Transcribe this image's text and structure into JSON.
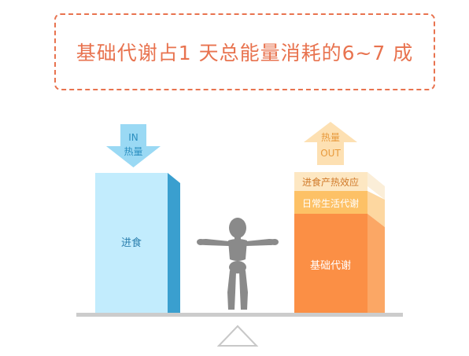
{
  "title": "基础代谢占1 天总能量消耗的6~7 成",
  "input_arrow": {
    "line1": "IN",
    "line2": "热量"
  },
  "output_arrow": {
    "line1": "热量",
    "line2": "OUT"
  },
  "input_bar": {
    "label": "进食"
  },
  "output_bar": {
    "segments": [
      {
        "label": "进食产热效应"
      },
      {
        "label": "日常生活代谢"
      },
      {
        "label": "基础代谢"
      }
    ]
  },
  "colors": {
    "title": "#e8734f",
    "input_front": "#c2ecfd",
    "input_side": "#3a9fcf",
    "input_arrow": "#9ad9f4",
    "output_arrow": "#fde0b2",
    "seg_thermic": "#fde7c2",
    "seg_daily": "#fdc166",
    "seg_basal": "#fb8f45",
    "figure": "#8a8a8a",
    "scale": "#cccccc"
  }
}
